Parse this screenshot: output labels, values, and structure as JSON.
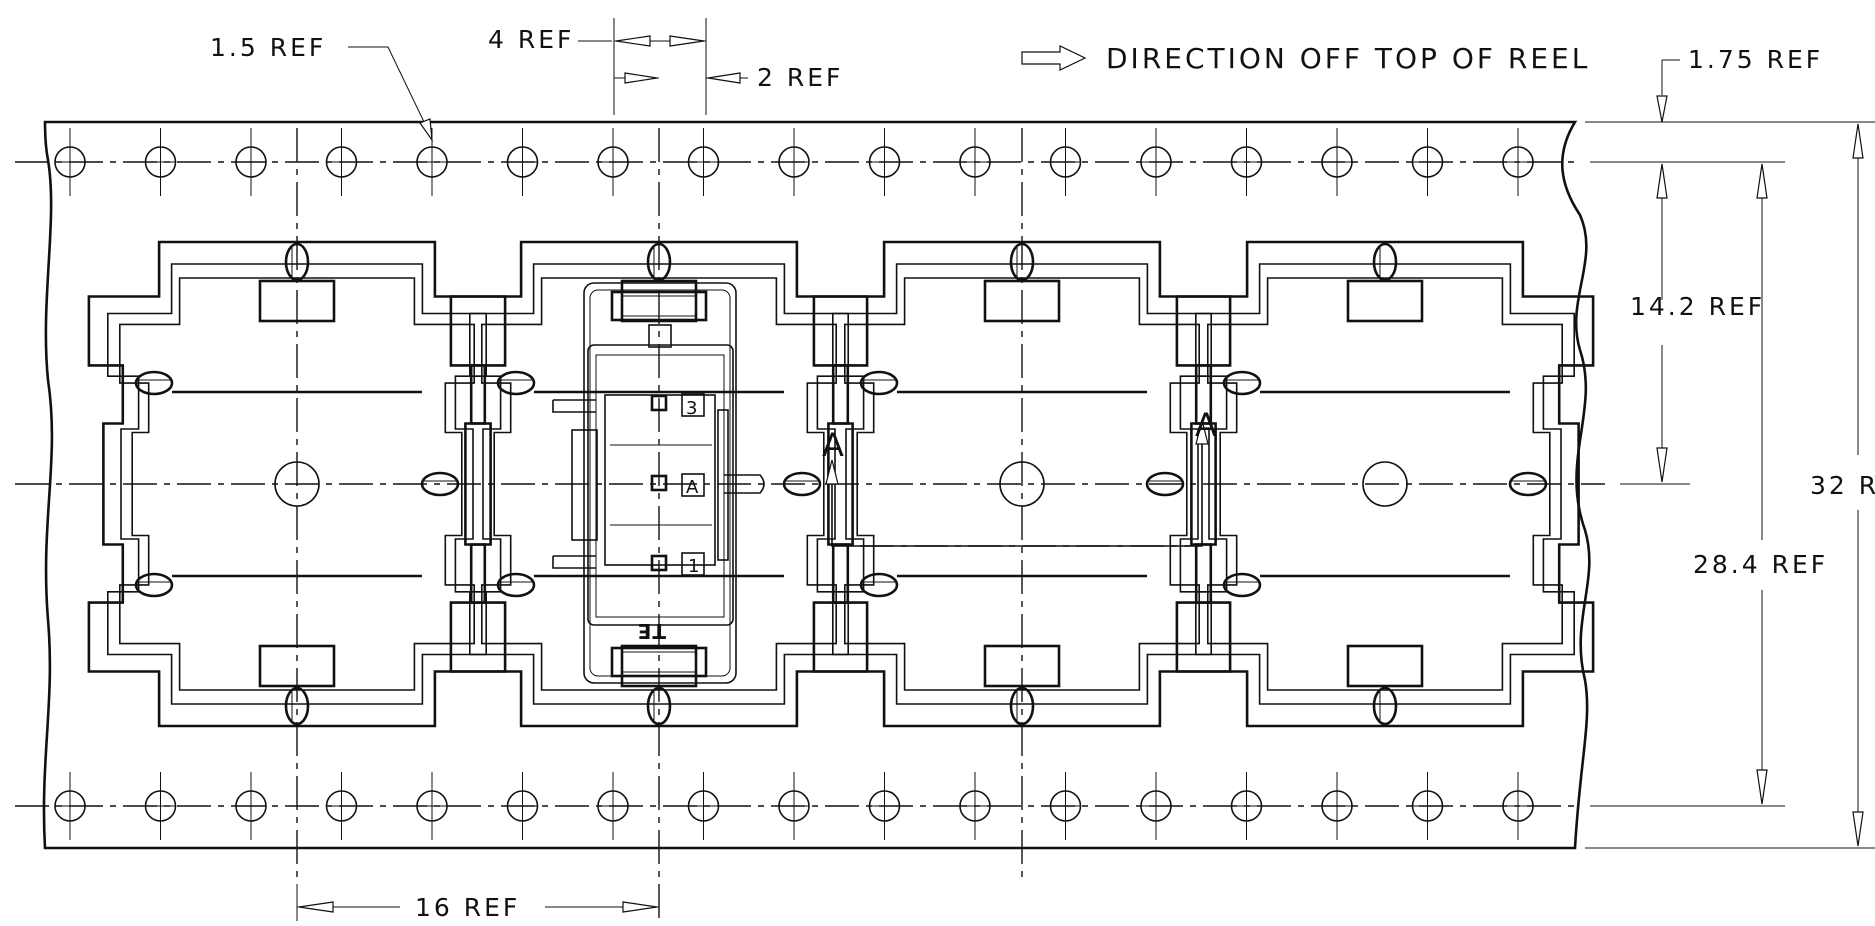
{
  "drawing": {
    "direction_label": "DIRECTION OFF TOP OF REEL",
    "dims": {
      "sprocket_hole_dia": "1.5 REF",
      "hole_pitch": "4 REF",
      "pocket_to_hole": "2 REF",
      "edge_to_hole": "1.75 REF",
      "hole_to_center": "14.2 REF",
      "hole_row_spacing": "28.4 REF",
      "tape_width": "32 R",
      "pocket_pitch": "16 REF"
    },
    "section_marks": [
      "A",
      "A"
    ],
    "part_marks": {
      "pin_top": "3",
      "pin_mid": "A",
      "pin_bottom": "1",
      "logo": "TE"
    }
  }
}
